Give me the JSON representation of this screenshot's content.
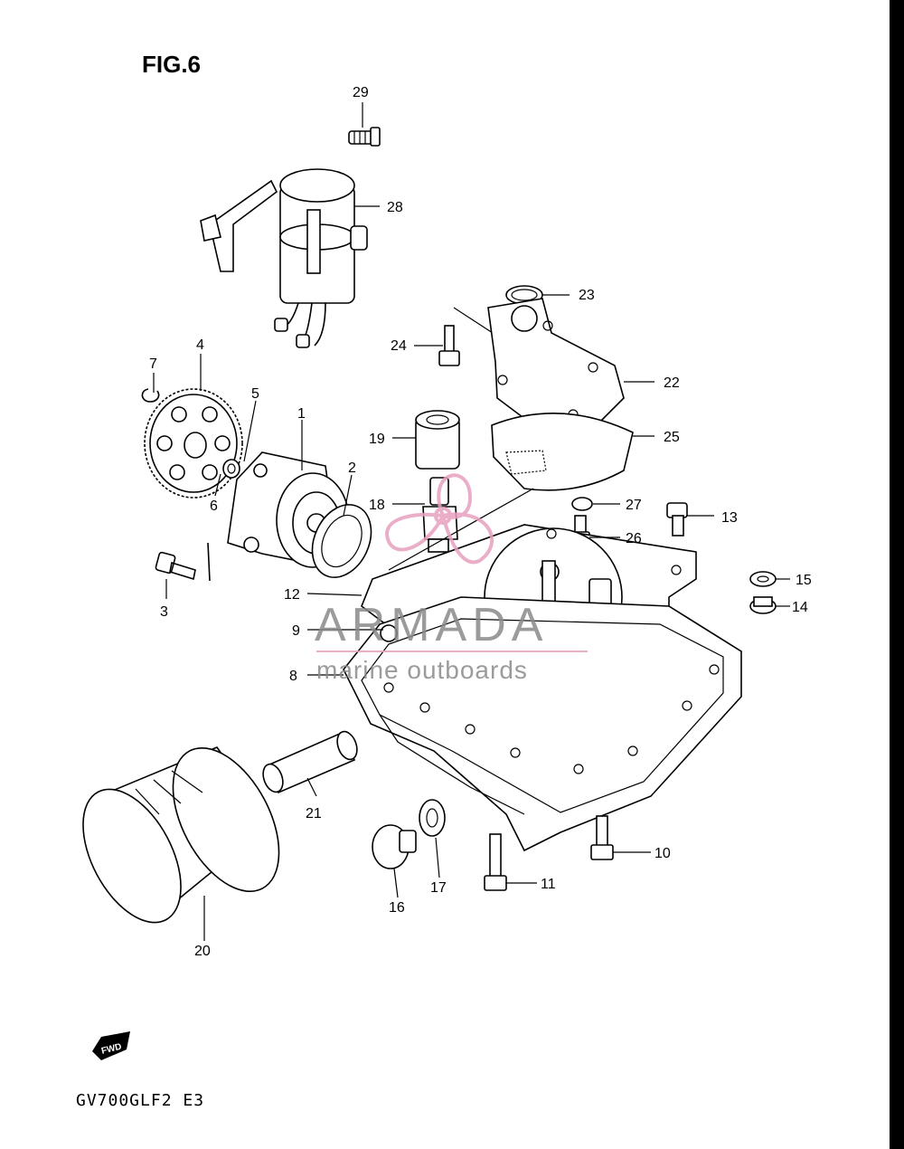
{
  "figure": {
    "title": "FIG.6",
    "model_code": "GV700GLF2 E3",
    "fwd_badge": "FWD"
  },
  "watermark": {
    "brand": "ARMADA",
    "tagline": "marine outboards",
    "accent_color": "#e8a0c0",
    "text_color": "#8a8a8a"
  },
  "callouts": [
    {
      "id": "c1",
      "label": "1"
    },
    {
      "id": "c2",
      "label": "2"
    },
    {
      "id": "c3",
      "label": "3"
    },
    {
      "id": "c4",
      "label": "4"
    },
    {
      "id": "c5",
      "label": "5"
    },
    {
      "id": "c6",
      "label": "6"
    },
    {
      "id": "c7",
      "label": "7"
    },
    {
      "id": "c8",
      "label": "8"
    },
    {
      "id": "c9",
      "label": "9"
    },
    {
      "id": "c10",
      "label": "10"
    },
    {
      "id": "c11",
      "label": "11"
    },
    {
      "id": "c12",
      "label": "12"
    },
    {
      "id": "c13",
      "label": "13"
    },
    {
      "id": "c14",
      "label": "14"
    },
    {
      "id": "c15",
      "label": "15"
    },
    {
      "id": "c16",
      "label": "16"
    },
    {
      "id": "c17",
      "label": "17"
    },
    {
      "id": "c18",
      "label": "18"
    },
    {
      "id": "c19",
      "label": "19"
    },
    {
      "id": "c20",
      "label": "20"
    },
    {
      "id": "c21",
      "label": "21"
    },
    {
      "id": "c22",
      "label": "22"
    },
    {
      "id": "c23",
      "label": "23"
    },
    {
      "id": "c24",
      "label": "24"
    },
    {
      "id": "c25",
      "label": "25"
    },
    {
      "id": "c26",
      "label": "26"
    },
    {
      "id": "c27",
      "label": "27"
    },
    {
      "id": "c28",
      "label": "28"
    },
    {
      "id": "c29",
      "label": "29"
    }
  ]
}
